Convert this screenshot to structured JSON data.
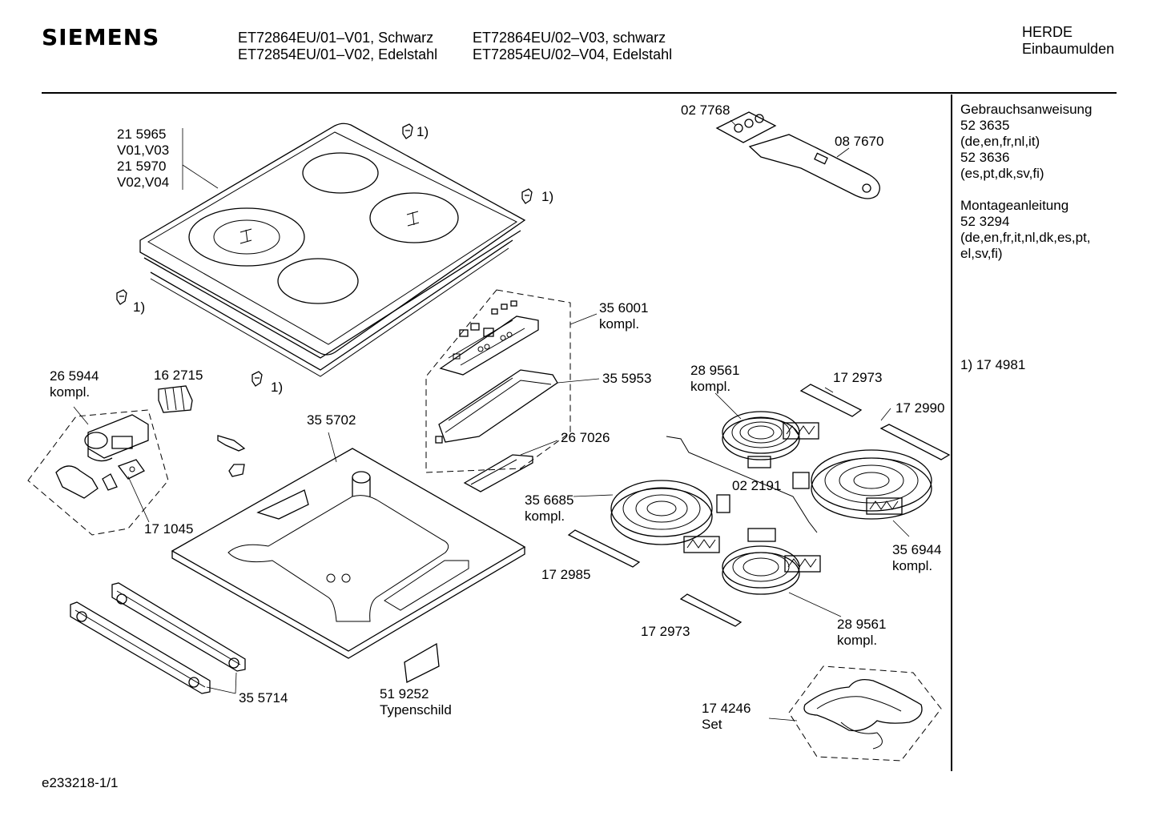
{
  "header": {
    "brand": "SIEMENS",
    "models_col1": [
      "ET72864EU/01–V01, Schwarz",
      "ET72854EU/01–V02, Edelstahl"
    ],
    "models_col2": [
      "ET72864EU/02–V03, schwarz",
      "ET72854EU/02–V04, Edelstahl"
    ],
    "category": [
      "HERDE",
      "Einbaumulden"
    ]
  },
  "sidebar": {
    "manual_title": "Gebrauchsanweisung",
    "manual_1_num": "52 3635",
    "manual_1_langs": "(de,en,fr,nl,it)",
    "manual_2_num": "52 3636",
    "manual_2_langs": "(es,pt,dk,sv,fi)",
    "install_title": "Montageanleitung",
    "install_num": "52 3294",
    "install_langs_1": "(de,en,fr,it,nl,dk,es,pt,",
    "install_langs_2": "el,sv,fi)",
    "footnote": "1) 17 4981"
  },
  "parts": {
    "p215965": "21 5965",
    "v01v03": "V01,V03",
    "p215970": "21 5970",
    "v02v04": "V02,V04",
    "fn": "1)",
    "p027768": "02 7768",
    "p087670": "08 7670",
    "p356001": "35 6001",
    "kompl": "kompl.",
    "p355953": "35 5953",
    "p265944": "26 5944",
    "p162715": "16 2715",
    "p355702": "35 5702",
    "p267026": "26 7026",
    "p289561": "28 9561",
    "p172973": "17 2973",
    "p172990": "17 2990",
    "p356685": "35 6685",
    "p022191": "02 2191",
    "p356944": "35 6944",
    "p172985": "17 2985",
    "p171045": "17 1045",
    "p355714": "35 5714",
    "p519252": "51 9252",
    "typenschild": "Typenschild",
    "p174246": "17 4246",
    "set": "Set"
  },
  "footer": {
    "doc_id": "e233218-1/1"
  }
}
